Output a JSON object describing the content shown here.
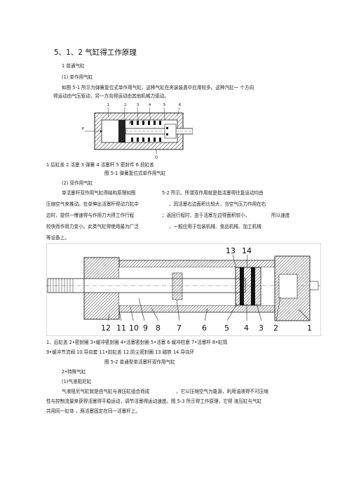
{
  "section_title": "5、1、2 气缸得工作原理",
  "sub1": "1 普通气缸",
  "sub1a": "(1)  单作用气缸",
  "para1_l1": "如图 5-1 所示为弹簧复位式单作用气缸，这种气缸在夹装装置中应用较多。这种汽缸一 个方向",
  "para1_l2": "得运动由气压驱动，另一方向得运动由其他机械力驱动。",
  "fig1": {
    "labels": [
      "1",
      "2",
      "3",
      "4",
      "5",
      "6"
    ],
    "port_label": "P",
    "inner_label": "A",
    "bottom_label": "O",
    "legend": "1 后缸盖  2 活塞  3 弹簧  4 活塞杆  5 密封件  6 前缸盖",
    "caption": "图 5-1 弹簧复位式单作用气缸"
  },
  "sub1b": "(2)  双作用气缸",
  "para2_l1a": "单活塞杆双作用气缸得结构原理如图",
  "para2_l1b": "5-2 所示。所谓双作用就是指活塞得往复运动均由",
  "para2_l2a": "压缩空气来推动。在单伸出活塞杆得动力缸中",
  "para2_l2b": "，因活塞右边面积比较大，当空气压力作用在右",
  "para2_l3a": "边时，提供一慢速得与作用力大得工作行程",
  "para2_l3b": "；返回行程时，由于活塞左边得面积较小，",
  "para2_l3c": "所以速度",
  "para2_l4a": "较快而作用力变小。此类气缸得使用最为广泛",
  "para2_l4b": "，一般应用于包装机械、食品机械、加工机械",
  "para2_l5": "等设备上。",
  "fig2": {
    "top_labels": [
      "13",
      "14"
    ],
    "bottom_labels": [
      "12",
      "11",
      "10",
      "9",
      "8",
      "7",
      "6",
      "5",
      "4",
      "3",
      "2",
      "1"
    ]
  },
  "legend2_l1": "1、后缸盖     2•密封圈     3•缓冲密封圈     4•活塞密封圈  5•活塞          6 缓冲柱塞  7•活塞杆  8•缸筒",
  "legend2_l2": "9•缓冲节流阀 10.导向套 11•前缸盖 12.防尘密封圈 13.磁铁 14.导向环",
  "caption2": "图 5-2 普通型单活塞杆双作用气缸",
  "sub2": "2•特殊气缸",
  "sub2a": "(1)气液阻尼缸",
  "para3_l1a": "气液阻尼气缸就是由气缸与液压缸组合而成",
  "para3_l1b": "，它以压缩空气为能源，利用油液得不可压缩",
  "para3_l2": "性与控制流量来获得活塞得平稳运动，调节活塞得运动速度。图  5-3 所示得工作原理，它得  液压缸与气缸",
  "para3_l3": "共用同一缸体   ，两活塞固定在同一活塞杆上。"
}
